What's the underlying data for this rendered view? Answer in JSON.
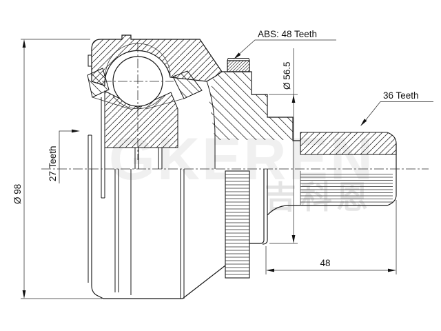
{
  "drawing": {
    "kind": "CV joint cross-section technical drawing"
  },
  "watermark": {
    "latin": "GKEREN",
    "cjk": "吉科恩"
  },
  "annotations": {
    "abs_ring": "ABS: 48 Teeth",
    "outer_spline": "36 Teeth",
    "inner_spline": "27 Teeth"
  },
  "dimensions": {
    "outer_diameter": "Ø 98",
    "abs_ring_diameter": "Ø 56.5",
    "spline_length": "48"
  },
  "colors": {
    "line": "#161616",
    "dimension_line": "#2b2b2b",
    "background": "#ffffff",
    "watermark": "#e9e9e9"
  }
}
